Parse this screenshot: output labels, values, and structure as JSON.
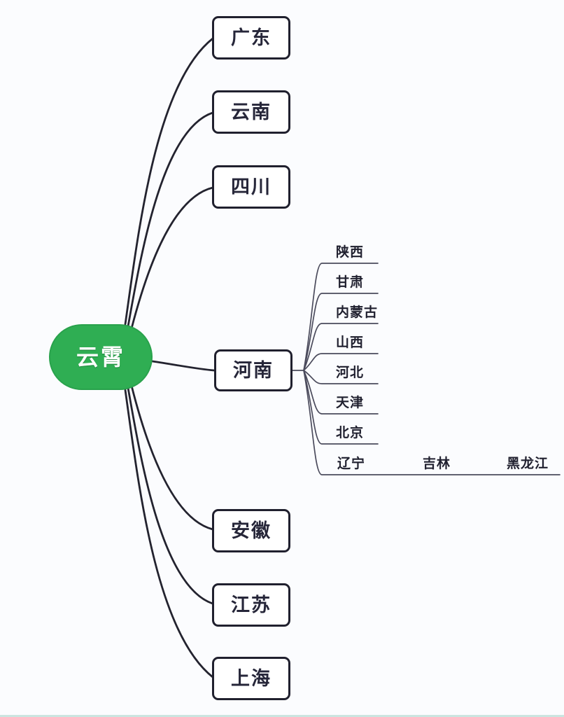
{
  "mindmap": {
    "root": {
      "label": "云霄"
    },
    "branches": [
      {
        "label": "广东"
      },
      {
        "label": "云南"
      },
      {
        "label": "四川"
      },
      {
        "label": "河南"
      },
      {
        "label": "安徽"
      },
      {
        "label": "江苏"
      },
      {
        "label": "上海"
      }
    ],
    "henan_children": [
      {
        "label": "陕西"
      },
      {
        "label": "甘肃"
      },
      {
        "label": "内蒙古"
      },
      {
        "label": "山西"
      },
      {
        "label": "河北"
      },
      {
        "label": "天津"
      },
      {
        "label": "北京"
      },
      {
        "label": "辽宁",
        "child": {
          "label": "吉林",
          "child": {
            "label": "黑龙江"
          }
        }
      }
    ],
    "colors": {
      "root_fill": "#2fae53",
      "root_text": "#ffffff",
      "branch_line": "#23232f",
      "box_border": "#20202e",
      "box_text": "#262639",
      "child_line": "#4b4b5c",
      "child_text": "#20202f",
      "background": "#fbfcfe",
      "bottom_bar": "#cbe5e0"
    }
  }
}
